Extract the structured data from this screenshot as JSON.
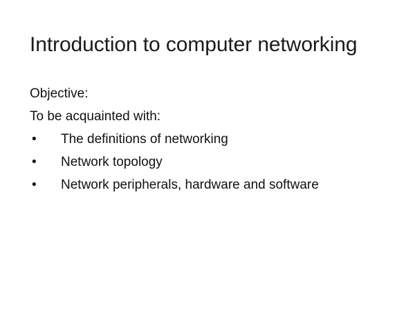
{
  "slide": {
    "title": "Introduction to computer networking",
    "background_color": "#ffffff",
    "text_color": "#111111",
    "lines": [
      {
        "type": "plain",
        "text": "Objective:"
      },
      {
        "type": "plain",
        "text": "To be acquainted with:"
      }
    ],
    "bullets": [
      {
        "marker": "•",
        "text": "The definitions of networking"
      },
      {
        "marker": "•",
        "text": "Network topology"
      },
      {
        "marker": "•",
        "text": "Network peripherals, hardware and software"
      }
    ]
  }
}
